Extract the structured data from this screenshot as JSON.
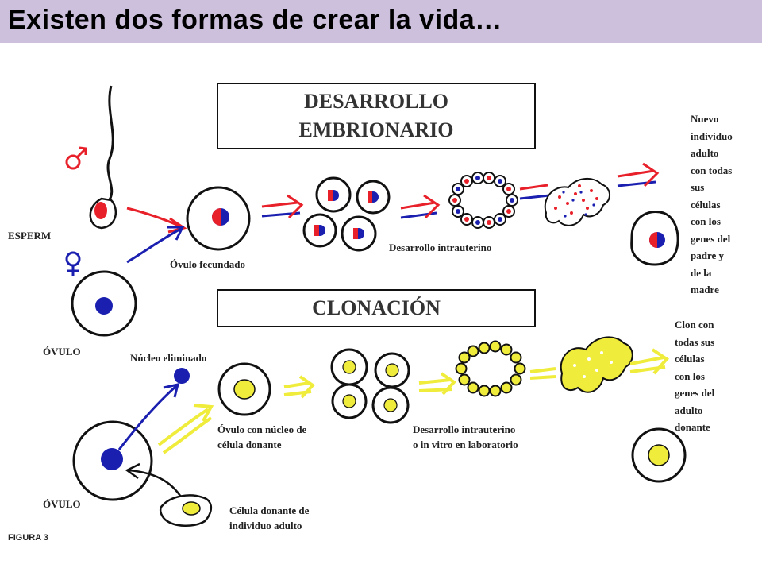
{
  "title": "Existen dos formas de crear la vida…",
  "boxes": {
    "desarrollo_line1": "DESARROLLO",
    "desarrollo_line2": "EMBRIONARIO",
    "clonacion": "CLONACIÓN"
  },
  "labels": {
    "esperma": "ESPERM",
    "ovulo_top": "ÓVULO",
    "ovulo_fecundado": "Óvulo fecundado",
    "desarrollo_intrauterino": "Desarrollo intrauterino",
    "nucleo_eliminado": "Núcleo eliminado",
    "ovulo_nucleo_line1": "Óvulo con núcleo de",
    "ovulo_nucleo_line2": "célula donante",
    "desarrollo_vitro_line1": "Desarrollo intrauterino",
    "desarrollo_vitro_line2": "o in vitro en laboratorio",
    "ovulo_bottom": "ÓVULO",
    "celula_donante_line1": "Célula donante de",
    "celula_donante_line2": "individuo adulto",
    "figura": "FIGURA 3"
  },
  "nuevo_individuo": [
    "Nuevo",
    "individuo",
    "adulto",
    "con todas",
    "sus",
    "células",
    "con los",
    "genes del",
    "padre y",
    "de la",
    "madre"
  ],
  "clon": [
    "Clon con",
    "todas sus",
    "células",
    "con los",
    "genes del",
    "adulto",
    "donante"
  ],
  "colors": {
    "title_bg": "#ccc0dc",
    "red": "#e8202a",
    "blue": "#1a1fb0",
    "yellow": "#f0ec3c",
    "outline": "#111111"
  }
}
